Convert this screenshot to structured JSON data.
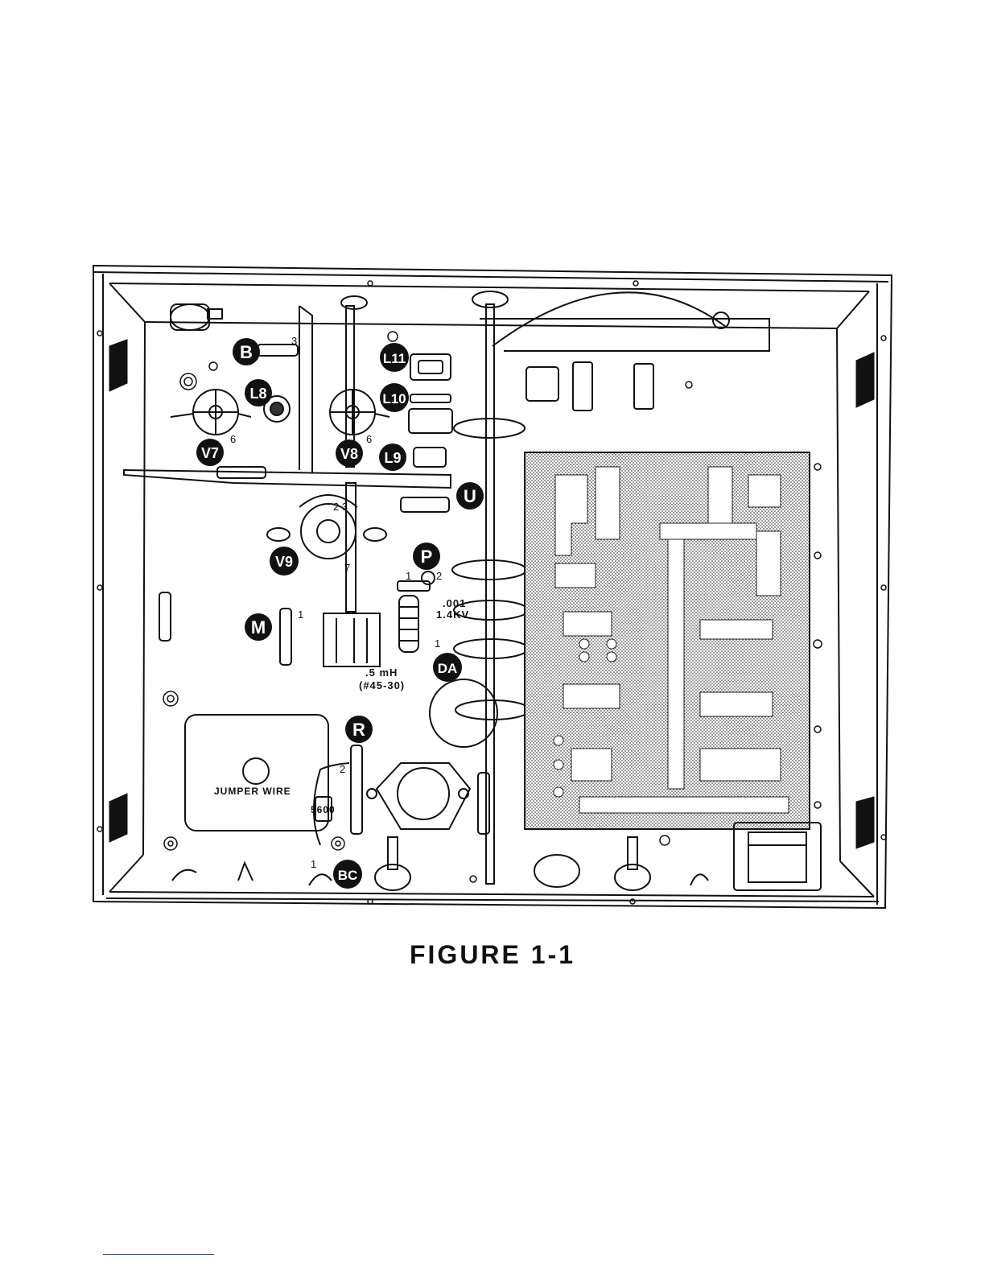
{
  "figure": {
    "caption": "FIGURE 1-1"
  },
  "callouts": [
    "B",
    "L8",
    "V7",
    "L11",
    "L10",
    "V8",
    "L9",
    "U",
    "V9",
    "P",
    "M",
    "DA",
    "R",
    "BC"
  ],
  "annotations": {
    "cap_value": ".001",
    "cap_voltage": "1.4KV",
    "choke_value": ".5 mH",
    "choke_part": "(#45-30)",
    "jumper": "JUMPER WIRE",
    "resistor": "5600"
  },
  "pin_numbers": {
    "b_pin": "3",
    "v7_pin": "6",
    "v8_pin": "6",
    "v9_pins": "2 3",
    "v9_pin_low": "7",
    "p_pin_1": "1",
    "p_pin_2": "2",
    "cap_pin": "1",
    "m_pin": "1",
    "r_pin": "2",
    "bc_pin": "1"
  }
}
